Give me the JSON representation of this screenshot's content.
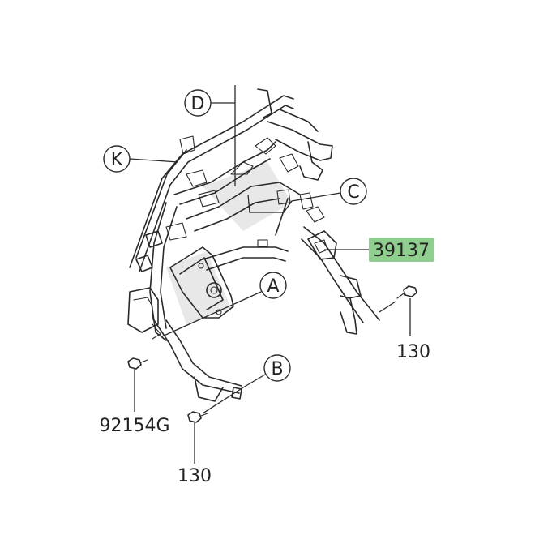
{
  "callouts": {
    "D": "D",
    "K": "K",
    "C": "C",
    "A": "A",
    "B": "B"
  },
  "parts": {
    "p39137": "39137",
    "p130_right": "130",
    "p92154G": "92154G",
    "p130_bottom": "130"
  },
  "colors": {
    "highlight": "#8fce8f",
    "line": "#2a2a2a"
  }
}
